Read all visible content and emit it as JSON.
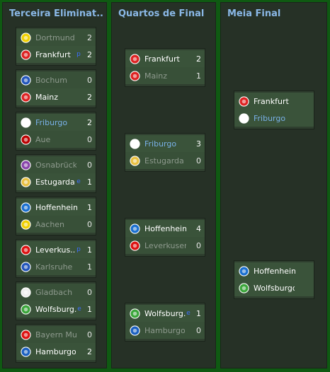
{
  "columns": [
    {
      "title": "Terceira Eliminat..",
      "id": "r16"
    },
    {
      "title": "Quartos de Final",
      "id": "qf"
    },
    {
      "title": "Meia Final",
      "id": "sf"
    }
  ],
  "matches": {
    "r16": [
      {
        "home": {
          "name": "Dortmund",
          "score": "2",
          "marker": "",
          "winner": false,
          "badge": "dortmund-badge",
          "color": "#f0d000"
        },
        "away": {
          "name": "Frankfurt",
          "score": "2",
          "marker": "p",
          "winner": true,
          "badge": "frankfurt-badge",
          "color": "#d22"
        }
      },
      {
        "home": {
          "name": "Bochum",
          "score": "0",
          "marker": "",
          "winner": false,
          "badge": "bochum-badge",
          "color": "#2255bb"
        },
        "away": {
          "name": "Mainz",
          "score": "2",
          "marker": "",
          "winner": true,
          "badge": "mainz-badge",
          "color": "#d22"
        }
      },
      {
        "home": {
          "name": "Friburgo",
          "score": "2",
          "marker": "",
          "winner": true,
          "badge": "freiburg-badge",
          "color": "#fff"
        },
        "away": {
          "name": "Aue",
          "score": "0",
          "marker": "",
          "winner": false,
          "badge": "aue-badge",
          "color": "#b00"
        }
      },
      {
        "home": {
          "name": "Osnabrück",
          "score": "0",
          "marker": "",
          "winner": false,
          "badge": "osnabruck-badge",
          "color": "#8844aa"
        },
        "away": {
          "name": "Estugarda",
          "score": "1",
          "marker": "e",
          "winner": true,
          "badge": "stuttgart-badge",
          "color": "#e8c040"
        }
      },
      {
        "home": {
          "name": "Hoffenheim",
          "score": "1",
          "marker": "",
          "winner": true,
          "badge": "hoffenheim-badge",
          "color": "#1a6fd0"
        },
        "away": {
          "name": "Aachen",
          "score": "0",
          "marker": "",
          "winner": false,
          "badge": "aachen-badge",
          "color": "#f0d000"
        }
      },
      {
        "home": {
          "name": "Leverkus..",
          "score": "1",
          "marker": "p",
          "winner": true,
          "badge": "leverkusen-badge",
          "color": "#d11"
        },
        "away": {
          "name": "Karlsruhe",
          "score": "1",
          "marker": "",
          "winner": false,
          "badge": "karlsruhe-badge",
          "color": "#2255bb"
        }
      },
      {
        "home": {
          "name": "Gladbach",
          "score": "0",
          "marker": "",
          "winner": false,
          "badge": "gladbach-badge",
          "color": "#eee"
        },
        "away": {
          "name": "Wolfsburg..",
          "score": "1",
          "marker": "e",
          "winner": true,
          "badge": "wolfsburg-badge",
          "color": "#3aa53a"
        }
      },
      {
        "home": {
          "name": "Bayern Mu..",
          "score": "0",
          "marker": "",
          "winner": false,
          "badge": "bayern-badge",
          "color": "#d11"
        },
        "away": {
          "name": "Hamburgo",
          "score": "2",
          "marker": "",
          "winner": true,
          "badge": "hamburg-badge",
          "color": "#1a5fc0"
        }
      }
    ],
    "qf": [
      {
        "home": {
          "name": "Frankfurt",
          "score": "2",
          "marker": "",
          "winner": true,
          "badge": "frankfurt-badge",
          "color": "#d22"
        },
        "away": {
          "name": "Mainz",
          "score": "1",
          "marker": "",
          "winner": false,
          "badge": "mainz-badge",
          "color": "#d22"
        }
      },
      {
        "home": {
          "name": "Friburgo",
          "score": "3",
          "marker": "",
          "winner": true,
          "badge": "freiburg-badge",
          "color": "#fff"
        },
        "away": {
          "name": "Estugarda",
          "score": "0",
          "marker": "",
          "winner": false,
          "badge": "stuttgart-badge",
          "color": "#e8c040"
        }
      },
      {
        "home": {
          "name": "Hoffenheim",
          "score": "4",
          "marker": "",
          "winner": true,
          "badge": "hoffenheim-badge",
          "color": "#1a6fd0"
        },
        "away": {
          "name": "Leverkusen",
          "score": "0",
          "marker": "",
          "winner": false,
          "badge": "leverkusen-badge",
          "color": "#d11"
        }
      },
      {
        "home": {
          "name": "Wolfsburg..",
          "score": "1",
          "marker": "e",
          "winner": true,
          "badge": "wolfsburg-badge",
          "color": "#3aa53a"
        },
        "away": {
          "name": "Hamburgo",
          "score": "0",
          "marker": "",
          "winner": false,
          "badge": "hamburg-badge",
          "color": "#1a5fc0"
        }
      }
    ],
    "sf": [
      {
        "home": {
          "name": "Frankfurt",
          "score": "",
          "marker": "",
          "winner": true,
          "badge": "frankfurt-badge",
          "color": "#d22"
        },
        "away": {
          "name": "Friburgo",
          "score": "",
          "marker": "",
          "winner": true,
          "badge": "freiburg-badge",
          "color": "#fff"
        }
      },
      {
        "home": {
          "name": "Hoffenheim",
          "score": "",
          "marker": "",
          "winner": true,
          "badge": "hoffenheim-badge",
          "color": "#1a6fd0"
        },
        "away": {
          "name": "Wolfsburgo",
          "score": "",
          "marker": "",
          "winner": true,
          "badge": "wolfsburg-badge",
          "color": "#3aa53a"
        }
      }
    ]
  },
  "colors": {
    "frame": "#0f5a12",
    "column": "#263126",
    "title": "#8ab8e6",
    "highlight_name": "#79b1e8",
    "marker": "#3d6dff"
  }
}
